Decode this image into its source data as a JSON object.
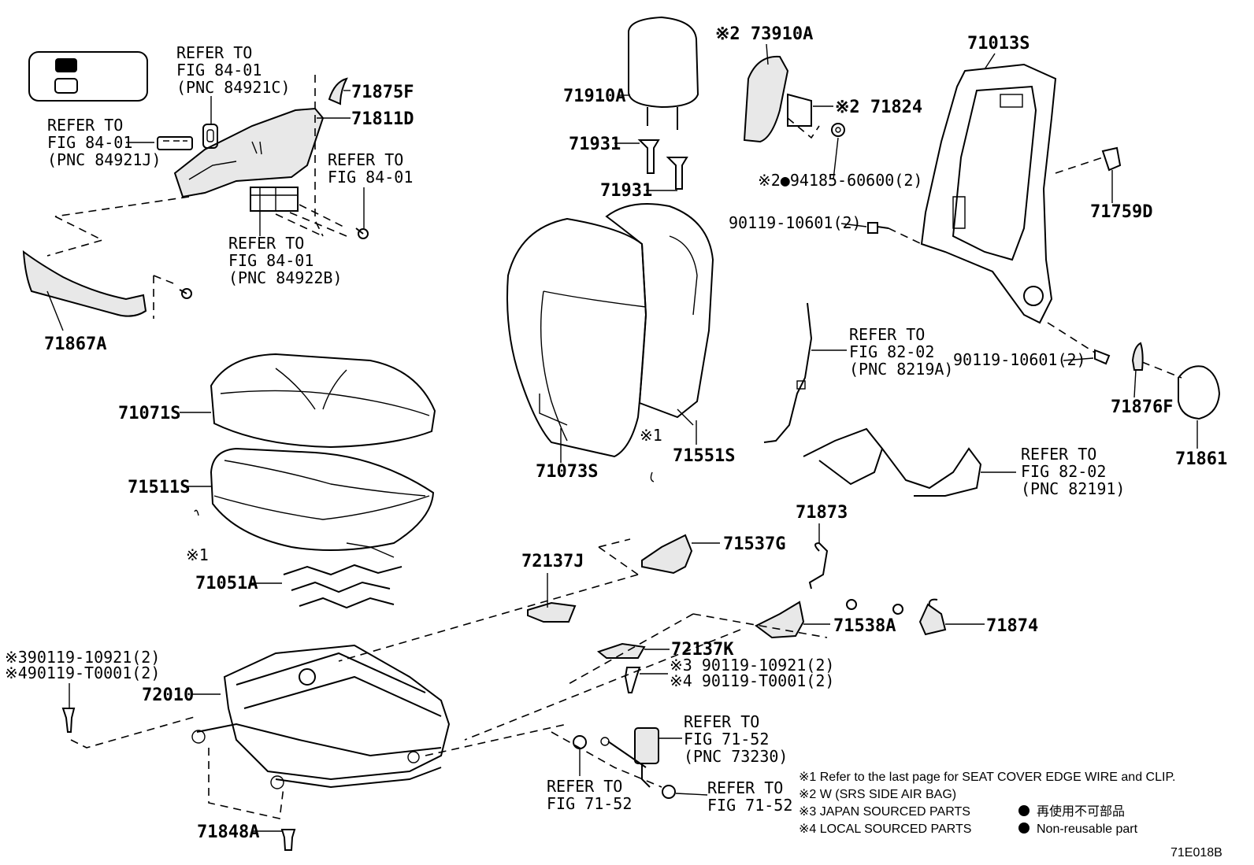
{
  "legend_box": {
    "filled_label": "",
    "empty_label": ""
  },
  "labels": {
    "refer_84921c": [
      "REFER TO",
      "FIG 84-01",
      "(PNC 84921C)"
    ],
    "refer_84921j": [
      "REFER TO",
      "FIG 84-01",
      "(PNC 84921J)"
    ],
    "refer_84_01": [
      "REFER TO",
      "FIG 84-01"
    ],
    "refer_84922b": [
      "REFER TO",
      "FIG 84-01",
      "(PNC 84922B)"
    ],
    "p71875f": "71875F",
    "p71811d": "71811D",
    "p71867a": "71867A",
    "p71071s": "71071S",
    "p71511s": "71511S",
    "x1_left": "※1",
    "p71051a": "71051A",
    "p71910a": "71910A",
    "p71931a": "71931",
    "p71931b": "71931",
    "p73910a": "※2 73910A",
    "p71824": "※2 71824",
    "p94185": "※2●94185-60600(2)",
    "p90119_10601a": "90119-10601(2)",
    "p71013s": "71013S",
    "p71759d": "71759D",
    "p90119_10601b": "90119-10601(2)",
    "p71876f": "71876F",
    "p71861": "71861",
    "p71073s": "71073S",
    "x1_mid": "※1",
    "p71551s": "71551S",
    "refer_8219a": [
      "REFER TO",
      "FIG 82-02",
      "(PNC 8219A)"
    ],
    "refer_82191": [
      "REFER TO",
      "FIG 82-02",
      "(PNC 82191)"
    ],
    "p71873": "71873",
    "p71537g": "71537G",
    "p72137j": "72137J",
    "p71538a": "71538A",
    "p71874": "71874",
    "p72137k": "72137K",
    "p90119_10921_r": "※3 90119-10921(2)",
    "p90119_t0001_r": "※4 90119-T0001(2)",
    "p90119_10921_l": "※390119-10921(2)",
    "p90119_t0001_l": "※490119-T0001(2)",
    "p72010": "72010",
    "refer_73230": [
      "REFER TO",
      "FIG 71-52",
      "(PNC 73230)"
    ],
    "refer_7152_a": [
      "REFER TO",
      "FIG 71-52"
    ],
    "refer_7152_b": [
      "REFER TO",
      "FIG 71-52"
    ],
    "p71848a": "71848A"
  },
  "notes": {
    "n1": "※1  Refer to the last page for SEAT COVER EDGE WIRE and CLIP.",
    "n2": "※2  W (SRS SIDE AIR BAG)",
    "n3": "※3  JAPAN SOURCED PARTS",
    "n4": "※4  LOCAL SOURCED PARTS",
    "j1": "再使用不可部品",
    "j2": "Non-reusable part"
  },
  "figure_code": "71E018B"
}
